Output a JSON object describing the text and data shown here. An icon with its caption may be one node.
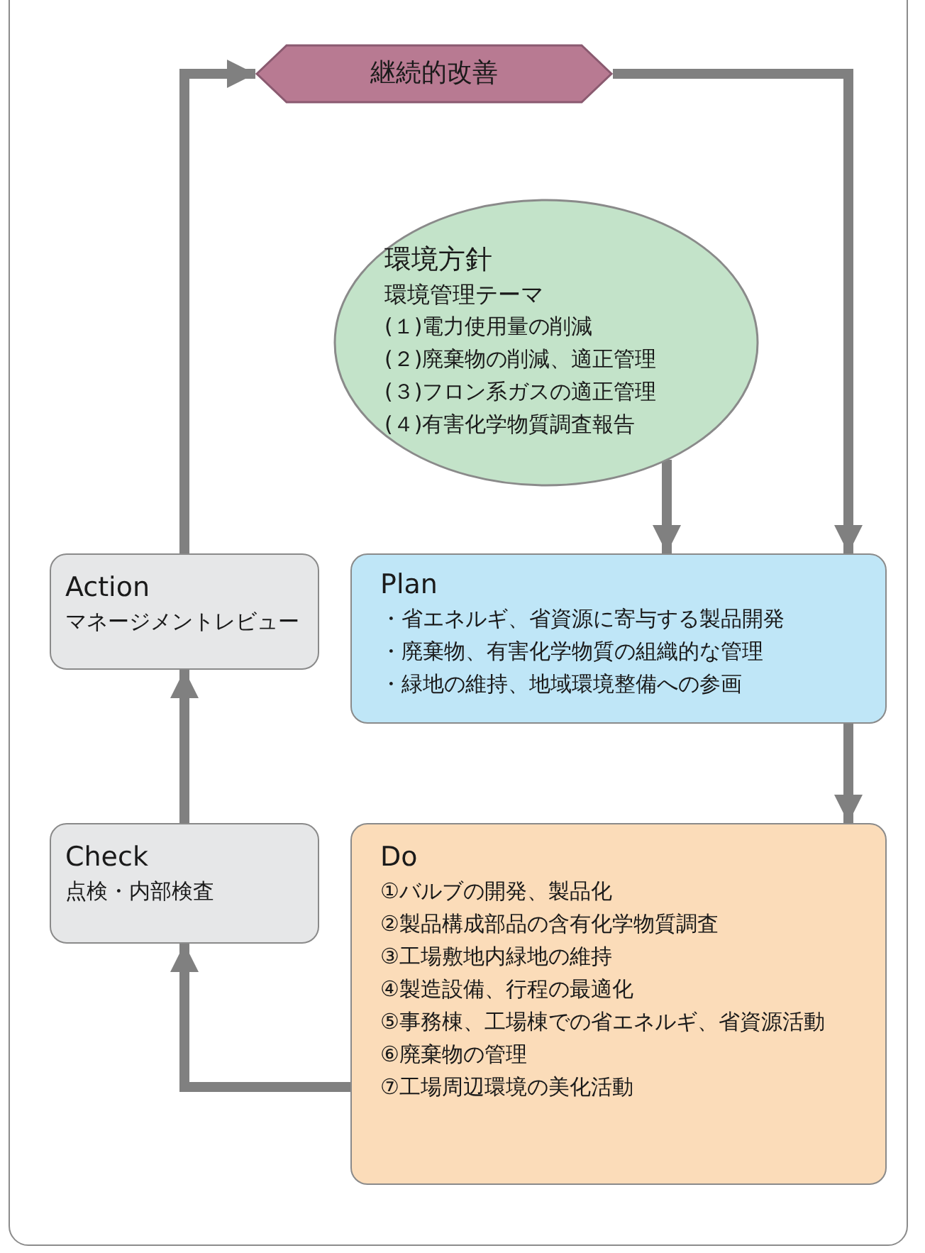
{
  "diagram": {
    "nodes": [
      {
        "text": [
          "継続的改善"
        ]
      },
      {
        "text": [
          "環境方針",
          "環境管理テーマ",
          "(１)電力使用量の削減",
          "(２)廃棄物の削減、適正管理",
          "(３)フロン系ガスの適正管理",
          "(４)有害化学物質調査報告"
        ]
      },
      {
        "text": [
          "Plan",
          "・省エネルギ、省資源に寄与する製品開発",
          "・廃棄物、有害化学物質の組織的な管理",
          "・緑地の維持、地域環境整備への参画"
        ]
      },
      {
        "text": [
          "Do",
          "①バルブの開発、製品化",
          "②製品構成部品の含有化学物質調査",
          "③工場敷地内緑地の維持",
          "④製造設備、行程の最適化",
          "⑤事務棟、工場棟での省エネルギ、省資源活動",
          "⑥廃棄物の管理",
          "⑦工場周辺環境の美化活動"
        ]
      },
      {
        "text": [
          "Check",
          "点検・内部検査"
        ]
      },
      {
        "text": [
          "Action",
          "マネージメントレビュー"
        ]
      }
    ],
    "edges": [
      {
        "from": 0,
        "to": 2,
        "arrow": "to"
      },
      {
        "from": 1,
        "to": 2,
        "arrow": "to"
      },
      {
        "from": 2,
        "to": 3,
        "arrow": "to"
      },
      {
        "from": 3,
        "to": 4,
        "arrow": "to"
      },
      {
        "from": 4,
        "to": 5,
        "arrow": "to"
      },
      {
        "from": 5,
        "to": 0,
        "arrow": "to"
      }
    ]
  }
}
